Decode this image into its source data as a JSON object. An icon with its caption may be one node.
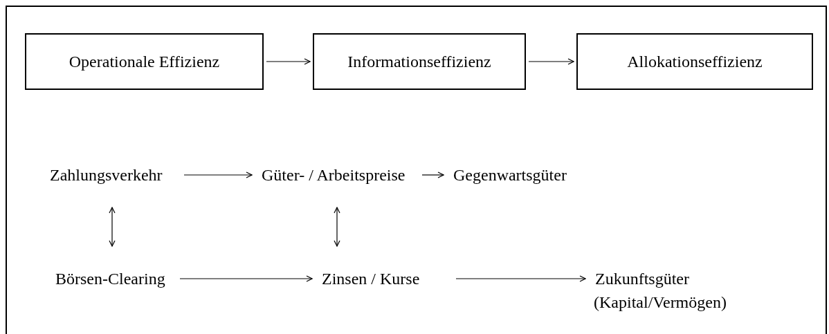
{
  "diagram": {
    "nodes": [
      {
        "text": [
          "Operationale Effizienz"
        ]
      },
      {
        "text": [
          "Informationseffizienz"
        ]
      },
      {
        "text": [
          "Allokationseffizienz"
        ]
      },
      {
        "text": [
          "Zahlungsverkehr"
        ]
      },
      {
        "text": [
          "Güter- / Arbeitspreise"
        ]
      },
      {
        "text": [
          "Gegenwartsgüter"
        ]
      },
      {
        "text": [
          "Börsen-Clearing"
        ]
      },
      {
        "text": [
          "Zinsen / Kurse"
        ]
      },
      {
        "text": [
          "Zukunftsgüter",
          "(Kapital/Vermögen)"
        ]
      }
    ],
    "edges": [
      {
        "from": 0,
        "to": 1,
        "arrow": "to"
      },
      {
        "from": 1,
        "to": 2,
        "arrow": "to"
      },
      {
        "from": 3,
        "to": 4,
        "arrow": "to"
      },
      {
        "from": 4,
        "to": 5,
        "arrow": "to"
      },
      {
        "from": 3,
        "to": 6,
        "arrow": "both"
      },
      {
        "from": 4,
        "to": 7,
        "arrow": "both"
      },
      {
        "from": 6,
        "to": 7,
        "arrow": "to"
      },
      {
        "from": 7,
        "to": 8,
        "arrow": "to"
      }
    ]
  }
}
